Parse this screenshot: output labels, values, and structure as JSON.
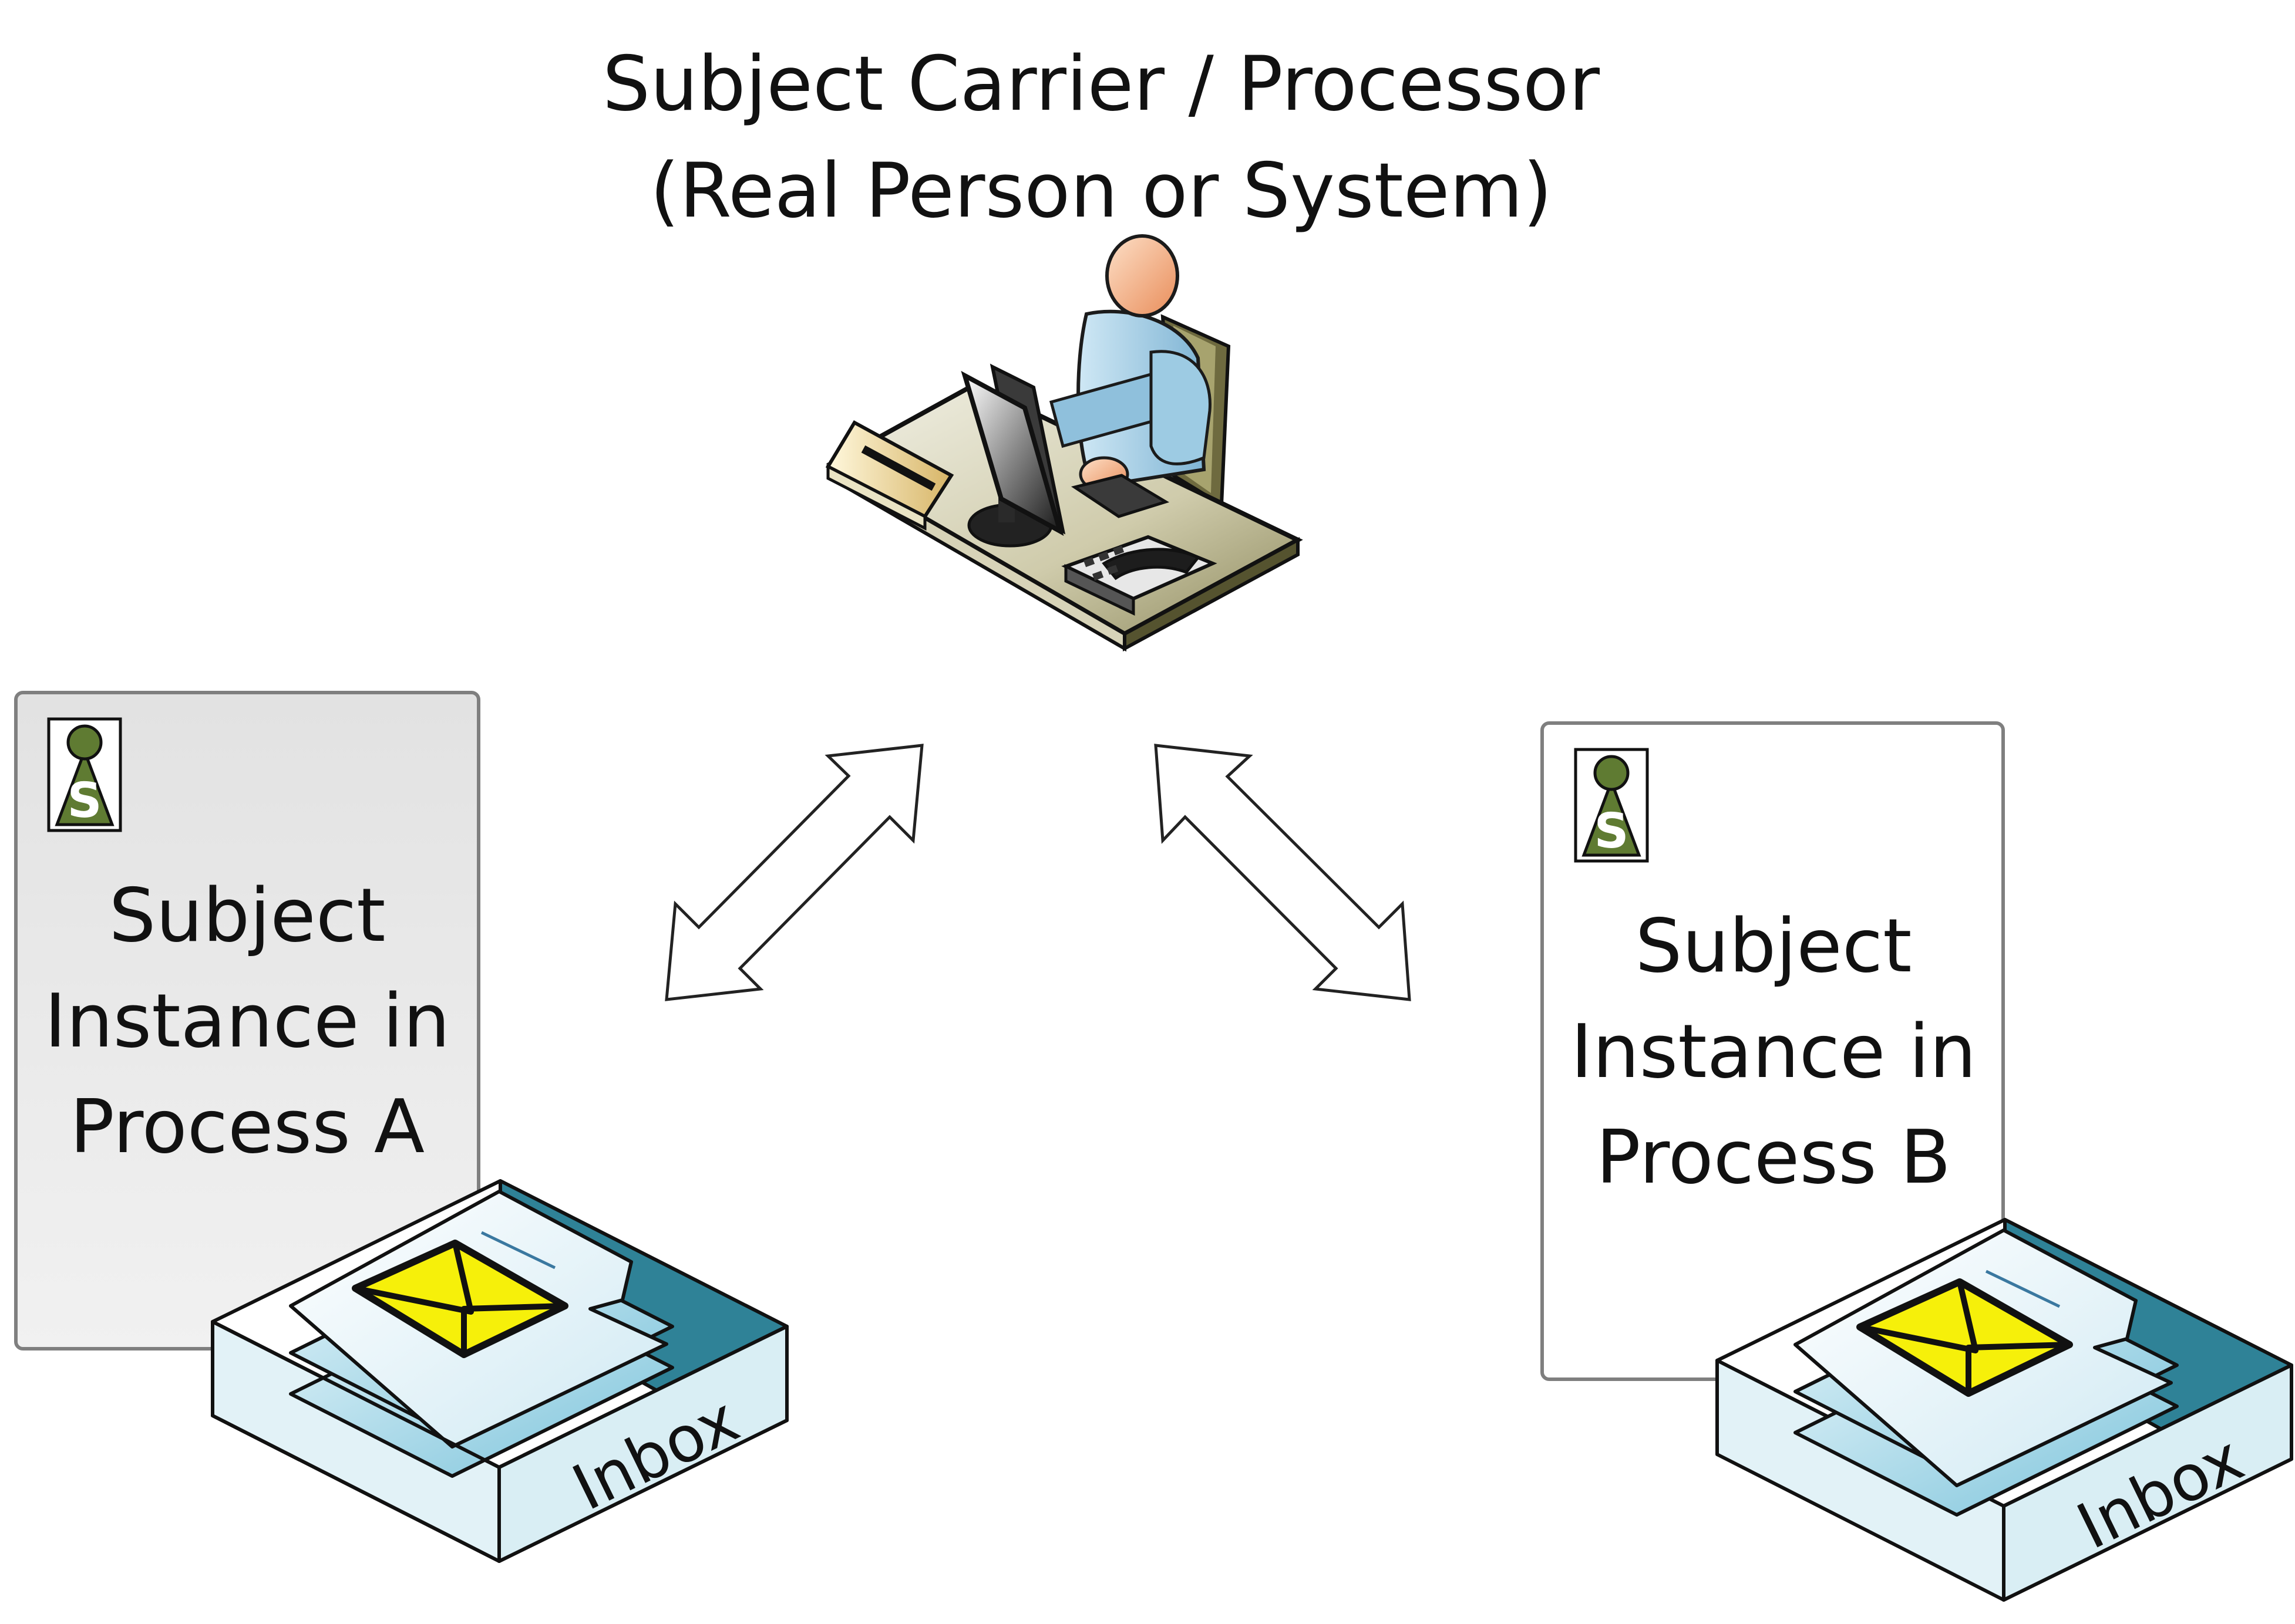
{
  "title": {
    "line1": "Subject Carrier / Processor",
    "line2": "(Real Person or System)"
  },
  "process_a": {
    "icon_letter": "S",
    "label_lines": [
      "Subject",
      "Instance in",
      "Process A"
    ],
    "inbox_label": "Inbox",
    "fill": "#ebebeb"
  },
  "process_b": {
    "icon_letter": "S",
    "label_lines": [
      "Subject",
      "Instance in",
      "Process B"
    ],
    "inbox_label": "Inbox",
    "fill": "#ffffff"
  },
  "colors": {
    "subject_icon": "#5f7b32",
    "envelope": "#f6f00a",
    "inbox_teal": "#2f8297",
    "inbox_light": "#d9eef4",
    "arrow_stroke": "#222222"
  },
  "icons": [
    "person-at-desk-icon",
    "subject-icon",
    "inbox-tray-icon",
    "envelope-icon",
    "double-arrow-icon"
  ]
}
